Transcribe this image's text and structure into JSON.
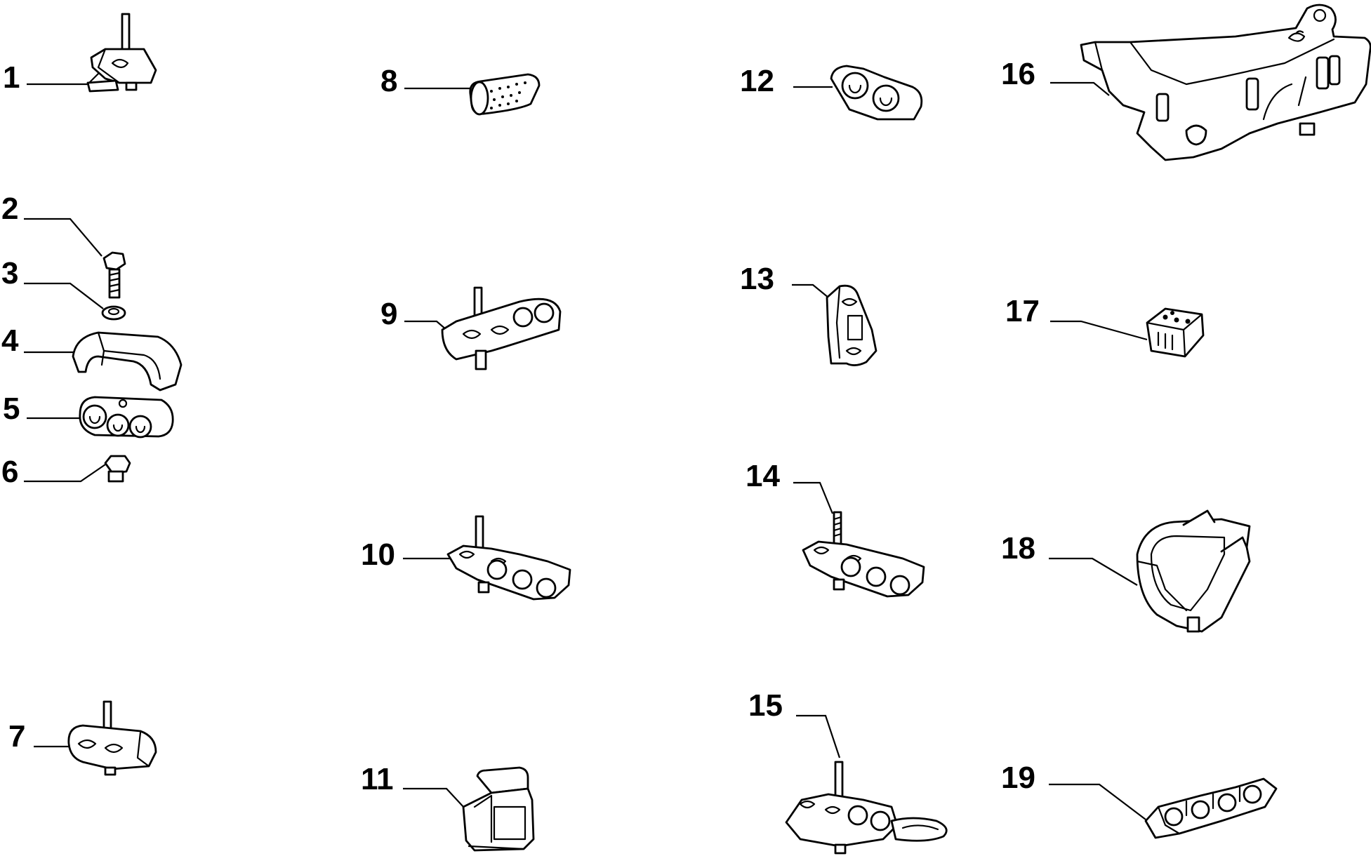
{
  "parts": [
    {
      "id": "p1",
      "label": "1"
    },
    {
      "id": "p2",
      "label": "2"
    },
    {
      "id": "p3",
      "label": "3"
    },
    {
      "id": "p4",
      "label": "4"
    },
    {
      "id": "p5",
      "label": "5"
    },
    {
      "id": "p6",
      "label": "6"
    },
    {
      "id": "p7",
      "label": "7"
    },
    {
      "id": "p8",
      "label": "8"
    },
    {
      "id": "p9",
      "label": "9"
    },
    {
      "id": "p10",
      "label": "10"
    },
    {
      "id": "p11",
      "label": "11"
    },
    {
      "id": "p12",
      "label": "12"
    },
    {
      "id": "p13",
      "label": "13"
    },
    {
      "id": "p14",
      "label": "14"
    },
    {
      "id": "p15",
      "label": "15"
    },
    {
      "id": "p16",
      "label": "16"
    },
    {
      "id": "p17",
      "label": "17"
    },
    {
      "id": "p18",
      "label": "18"
    },
    {
      "id": "p19",
      "label": "19"
    }
  ]
}
